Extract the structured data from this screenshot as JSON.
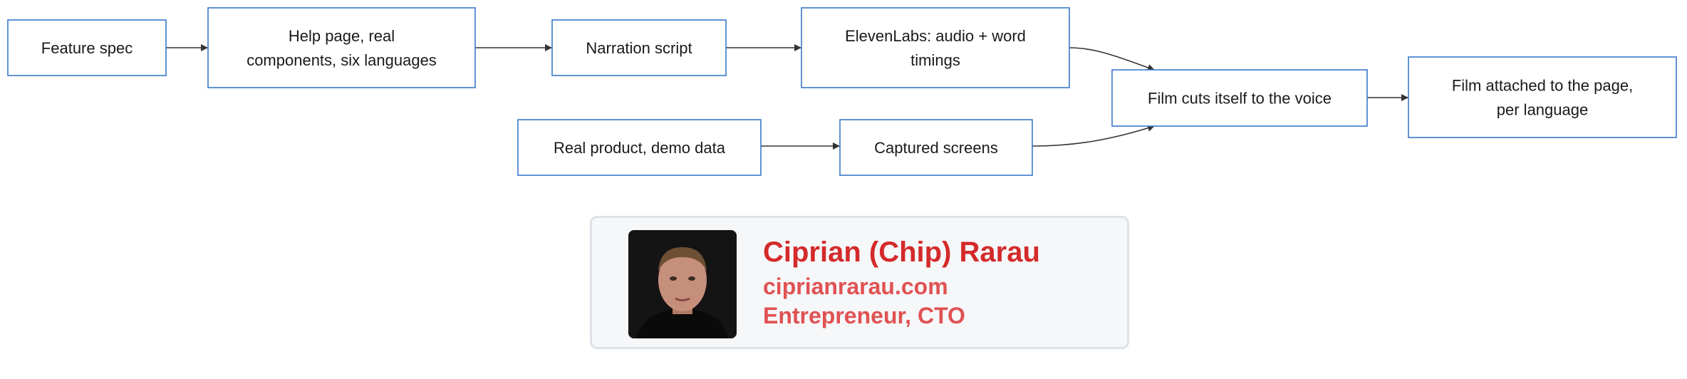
{
  "diagram": {
    "nodes": [
      {
        "id": "feature-spec",
        "lines": [
          "Feature spec"
        ]
      },
      {
        "id": "help-page",
        "lines": [
          "Help page, real",
          "components, six languages"
        ]
      },
      {
        "id": "narration-script",
        "lines": [
          "Narration script"
        ]
      },
      {
        "id": "elevenlabs",
        "lines": [
          "ElevenLabs: audio + word",
          "timings"
        ]
      },
      {
        "id": "real-product",
        "lines": [
          "Real product, demo data"
        ]
      },
      {
        "id": "captured-screens",
        "lines": [
          "Captured screens"
        ]
      },
      {
        "id": "film-cuts",
        "lines": [
          "Film cuts itself to the voice"
        ]
      },
      {
        "id": "film-attached",
        "lines": [
          "Film attached to the page,",
          "per language"
        ]
      }
    ],
    "edges": [
      {
        "from": "feature-spec",
        "to": "help-page"
      },
      {
        "from": "help-page",
        "to": "narration-script"
      },
      {
        "from": "narration-script",
        "to": "elevenlabs"
      },
      {
        "from": "elevenlabs",
        "to": "film-cuts"
      },
      {
        "from": "real-product",
        "to": "captured-screens"
      },
      {
        "from": "captured-screens",
        "to": "film-cuts"
      },
      {
        "from": "film-cuts",
        "to": "film-attached"
      }
    ],
    "colors": {
      "node_border": "#3a78c9",
      "edge": "#333333"
    }
  },
  "author": {
    "name": "Ciprian (Chip) Rarau",
    "website": "ciprianrarau.com",
    "role": "Entrepreneur, CTO",
    "colors": {
      "name": "#d42a2a",
      "details": "#e05253"
    }
  }
}
